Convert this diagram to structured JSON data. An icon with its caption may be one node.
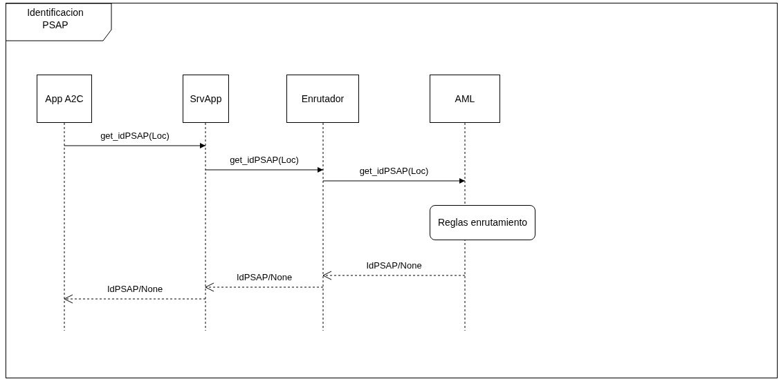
{
  "diagram": {
    "nodes": [
      {
        "text": [
          "Identificacion PSAP"
        ]
      },
      {
        "text": [
          "App A2C"
        ],
        "in": 0
      },
      {
        "text": [
          "SrvApp"
        ],
        "in": 0
      },
      {
        "text": [
          "Enrutador"
        ],
        "in": 0
      },
      {
        "text": [
          "AML"
        ],
        "in": 0
      },
      {
        "text": [
          "Reglas enrutamiento"
        ],
        "in": 0
      }
    ],
    "edges": [
      {
        "from": 1,
        "to": 2,
        "arrow": "to",
        "label": "get_idPSAP(Loc)"
      },
      {
        "from": 2,
        "to": 3,
        "arrow": "to",
        "label": "get_idPSAP(Loc)"
      },
      {
        "from": 3,
        "to": 4,
        "arrow": "to",
        "label": "get_idPSAP(Loc)"
      },
      {
        "from": 4,
        "to": 3,
        "arrow": "to",
        "label": "IdPSAP/None",
        "style": "dashed"
      },
      {
        "from": 3,
        "to": 2,
        "arrow": "to",
        "label": "IdPSAP/None",
        "style": "dashed"
      },
      {
        "from": 2,
        "to": 1,
        "arrow": "to",
        "label": "IdPSAP/None",
        "style": "dashed"
      }
    ]
  }
}
